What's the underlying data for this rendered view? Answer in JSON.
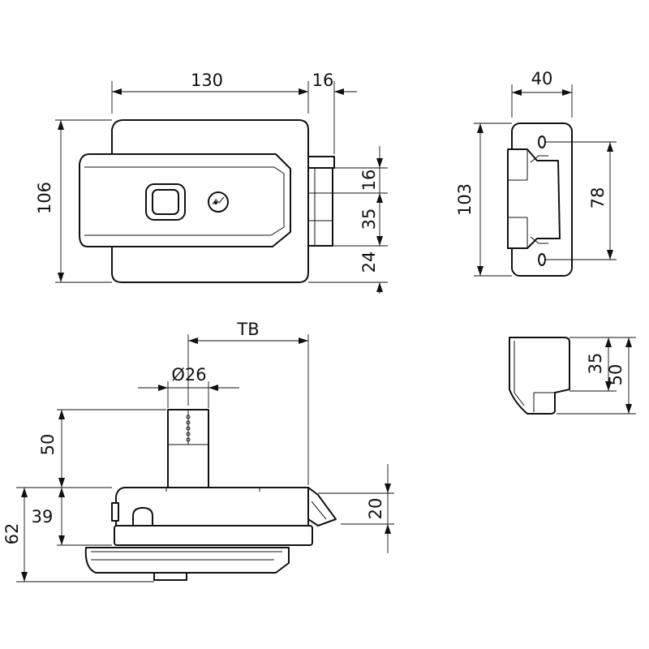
{
  "front_view": {
    "width": "130",
    "bolt_projection": "16",
    "height": "106",
    "bolt_height": "16",
    "case_depth": "35",
    "base_offset": "24"
  },
  "side_view": {
    "width": "40",
    "height": "103",
    "hole_spacing": "78"
  },
  "bottom_view": {
    "backset": "TB",
    "cylinder_diameter": "Ø26",
    "cylinder_length": "50",
    "body_depth": "39",
    "overall_depth": "62",
    "bolt_offset": "20"
  },
  "keeper_view": {
    "inner_height": "35",
    "outer_height": "50"
  },
  "icons": [
    "fingerprint-button-icon",
    "keyhole-icon"
  ]
}
